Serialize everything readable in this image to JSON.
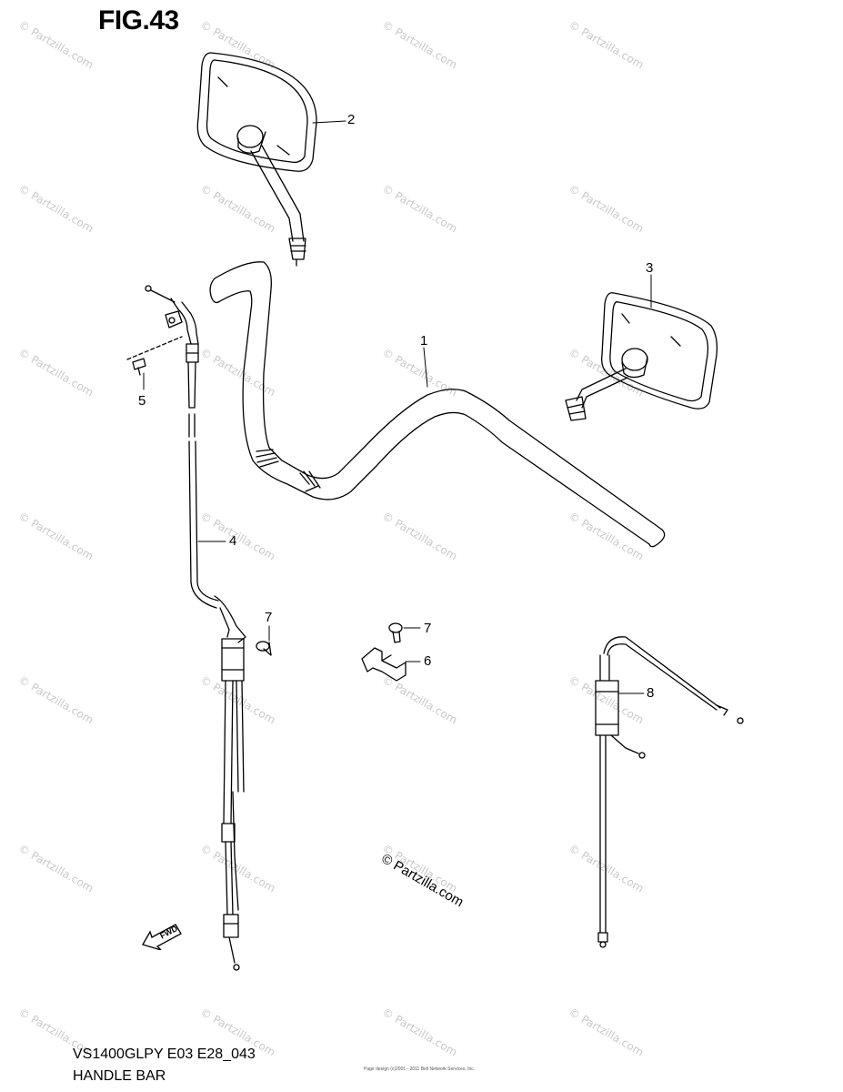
{
  "figure": {
    "title": "FIG.43"
  },
  "footer": {
    "model": "VS1400GLPY E03 E28_043",
    "section": "HANDLE BAR"
  },
  "callouts": [
    "1",
    "2",
    "3",
    "4",
    "5",
    "6",
    "7",
    "7",
    "8"
  ],
  "fwd_label": "FWD",
  "watermark": {
    "text": "© Partzilla.com",
    "main": "© Partzilla.com"
  },
  "credits": {
    "line1": "Page design (c)2001 - 2011 Bell Network Services, Inc."
  }
}
